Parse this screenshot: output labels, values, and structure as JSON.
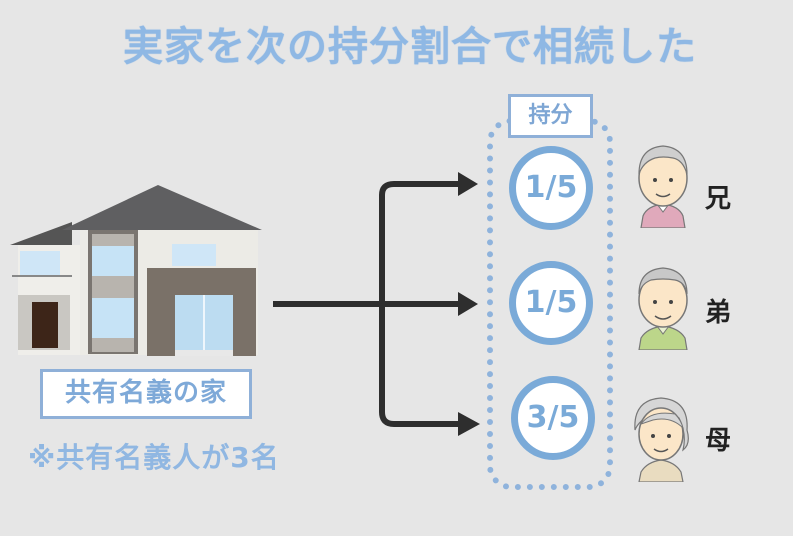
{
  "title": "実家を次の持分割合で相続した",
  "house": {
    "label": "共有名義の家",
    "note": "※共有名義人が3名"
  },
  "shares": {
    "header": "持分",
    "items": [
      {
        "fraction": "1/5",
        "heir": "兄",
        "avatar": "elderly-man-pink-shirt-icon"
      },
      {
        "fraction": "1/5",
        "heir": "弟",
        "avatar": "elderly-man-green-shirt-icon"
      },
      {
        "fraction": "3/5",
        "heir": "母",
        "avatar": "elderly-woman-icon"
      }
    ]
  },
  "colors": {
    "accent": "#8fb8e4",
    "circle": "#7aaad8",
    "arrow": "#2e2e2e",
    "background": "#e6e6e6"
  }
}
